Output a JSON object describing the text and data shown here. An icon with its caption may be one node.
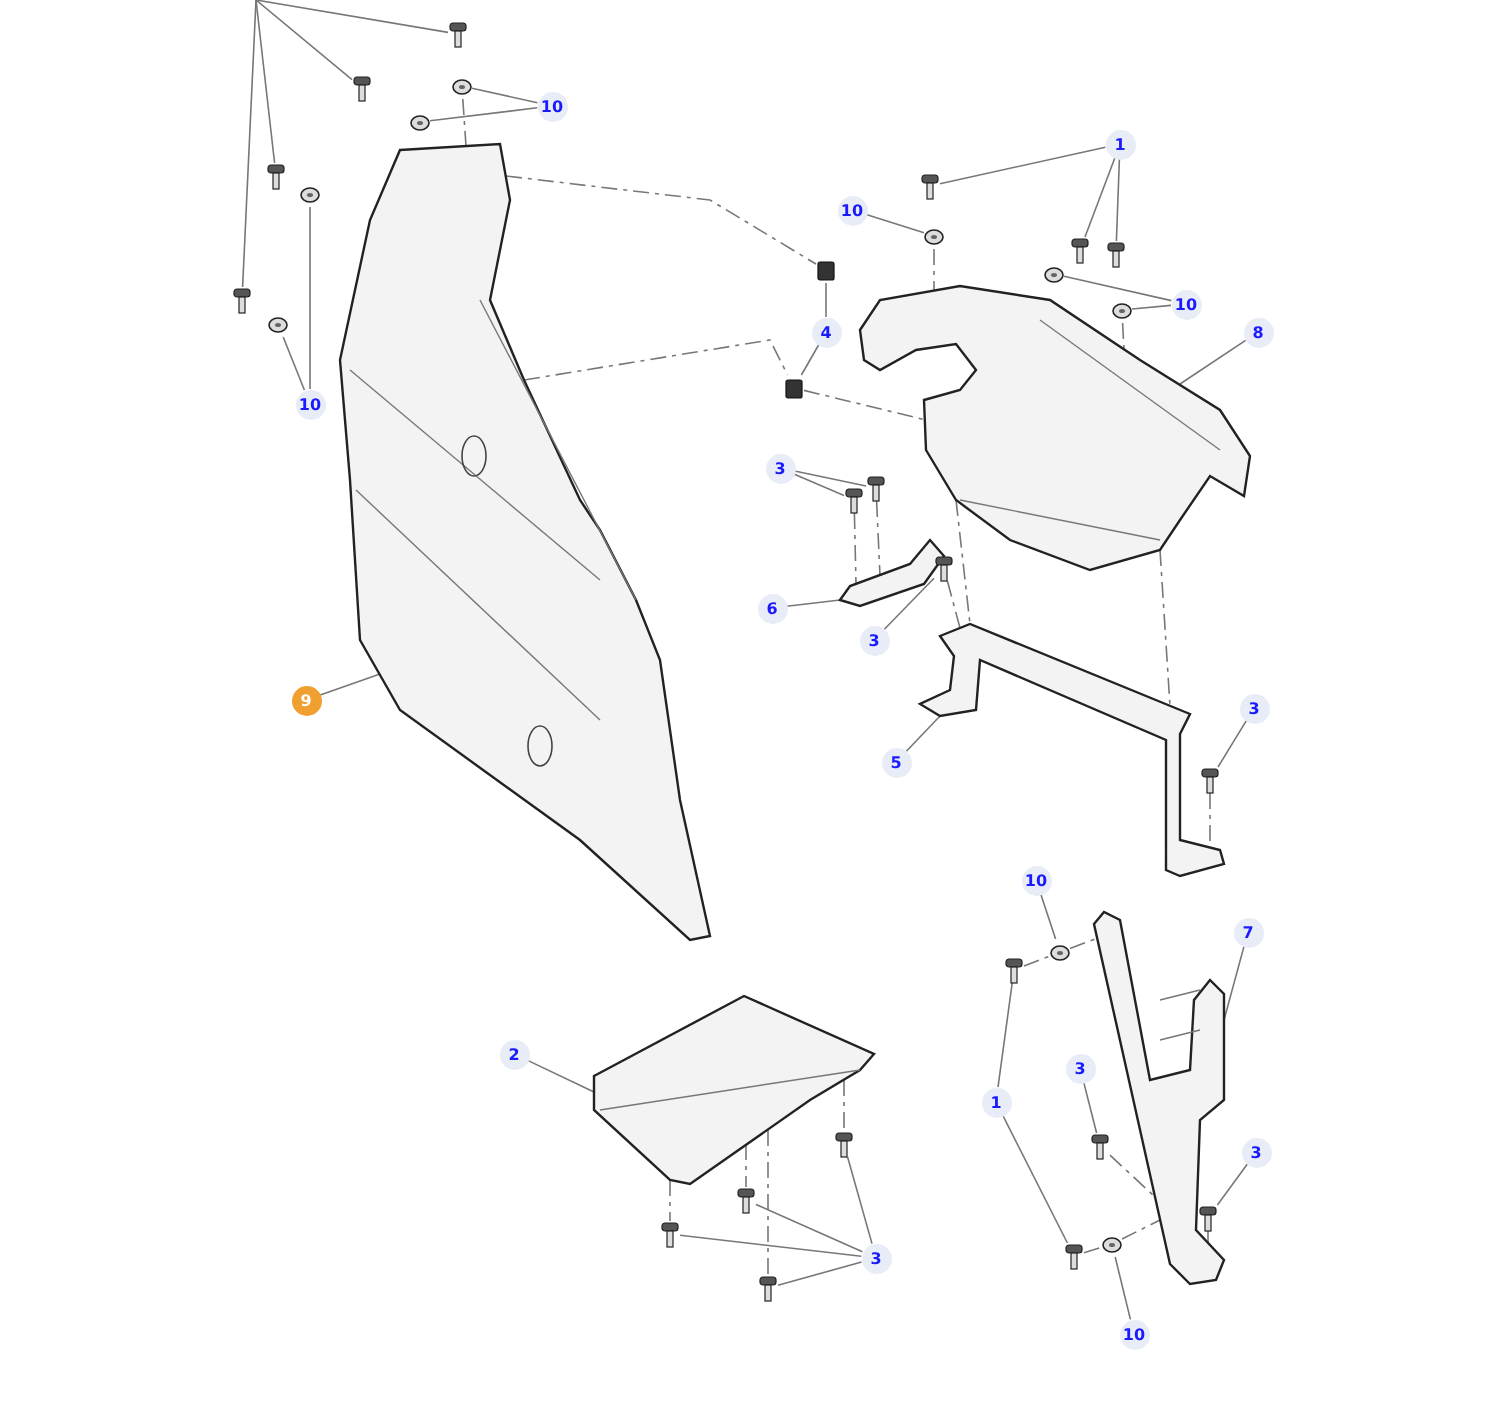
{
  "diagram": {
    "nodes": [
      {
        "text": [
          "10"
        ]
      },
      {
        "text": [
          "1"
        ]
      },
      {
        "text": [
          "10"
        ]
      },
      {
        "text": [
          "10"
        ]
      },
      {
        "text": [
          "4"
        ]
      },
      {
        "text": [
          "8"
        ]
      },
      {
        "text": [
          "10"
        ]
      },
      {
        "text": [
          "3"
        ]
      },
      {
        "text": [
          "6"
        ]
      },
      {
        "text": [
          "3"
        ]
      },
      {
        "text": [
          "9"
        ]
      },
      {
        "text": [
          "3"
        ]
      },
      {
        "text": [
          "5"
        ]
      },
      {
        "text": [
          "10"
        ]
      },
      {
        "text": [
          "7"
        ]
      },
      {
        "text": [
          "2"
        ]
      },
      {
        "text": [
          "3"
        ]
      },
      {
        "text": [
          "1"
        ]
      },
      {
        "text": [
          "3"
        ]
      },
      {
        "text": [
          "3"
        ]
      },
      {
        "text": [
          "10"
        ]
      },
      {
        "text": [],
        "shape": "picture"
      },
      {
        "text": [],
        "shape": "picture"
      },
      {
        "text": [],
        "shape": "picture"
      },
      {
        "text": [],
        "shape": "picture"
      },
      {
        "text": [],
        "shape": "picture"
      },
      {
        "text": [],
        "shape": "picture"
      },
      {
        "text": [],
        "shape": "box"
      },
      {
        "text": [],
        "shape": "box"
      },
      {
        "text": [],
        "shape": "picture"
      },
      {
        "text": [],
        "shape": "picture"
      },
      {
        "text": [],
        "shape": "picture"
      },
      {
        "text": [],
        "shape": "picture"
      },
      {
        "text": [],
        "shape": "picture"
      },
      {
        "text": [],
        "shape": "picture"
      },
      {
        "text": [],
        "shape": "picture"
      },
      {
        "text": [],
        "shape": "picture"
      },
      {
        "text": [],
        "shape": "picture"
      },
      {
        "text": [],
        "shape": "picture"
      },
      {
        "text": [],
        "shape": "picture"
      },
      {
        "text": [],
        "shape": "picture"
      },
      {
        "text": [],
        "shape": "picture"
      },
      {
        "text": [],
        "shape": "picture"
      },
      {
        "text": [],
        "shape": "picture"
      },
      {
        "text": [],
        "shape": "picture"
      },
      {
        "text": [],
        "shape": "picture"
      },
      {
        "text": [],
        "shape": "picture"
      },
      {
        "text": [],
        "shape": "picture"
      },
      {
        "text": [],
        "shape": "picture"
      },
      {
        "text": [],
        "shape": "picture"
      },
      {
        "text": [],
        "shape": "picture"
      },
      {
        "text": [],
        "shape": "picture"
      },
      {
        "text": [],
        "shape": "picture"
      },
      {
        "text": [],
        "shape": "picture"
      },
      {
        "text": [],
        "shape": "picture"
      },
      {
        "text": [],
        "shape": "picture"
      },
      {
        "text": [],
        "shape": "picture"
      }
    ],
    "edges": [
      {
        "from": 0,
        "to": 33,
        "arrow": "none"
      },
      {
        "from": 0,
        "to": 34,
        "arrow": "none"
      },
      {
        "from": 6,
        "to": 35,
        "arrow": "none"
      },
      {
        "from": 6,
        "to": 36,
        "arrow": "none"
      },
      {
        "from": null,
        "to": 29,
        "arrow": "none"
      },
      {
        "from": null,
        "to": 30,
        "arrow": "none"
      },
      {
        "from": null,
        "to": 31,
        "arrow": "none"
      },
      {
        "from": null,
        "to": 32,
        "arrow": "none"
      },
      {
        "from": 1,
        "to": 37,
        "arrow": "none"
      },
      {
        "from": 1,
        "to": 38,
        "arrow": "none"
      },
      {
        "from": 1,
        "to": 39,
        "arrow": "none"
      },
      {
        "from": 2,
        "to": 40,
        "arrow": "none"
      },
      {
        "from": 3,
        "to": 41,
        "arrow": "none"
      },
      {
        "from": 3,
        "to": 42,
        "arrow": "none"
      },
      {
        "from": 4,
        "to": 27,
        "arrow": "none"
      },
      {
        "from": 4,
        "to": 28,
        "arrow": "none"
      },
      {
        "from": 5,
        "to": 22,
        "arrow": "none"
      },
      {
        "from": 7,
        "to": 43,
        "arrow": "none"
      },
      {
        "from": 7,
        "to": 44,
        "arrow": "none"
      },
      {
        "from": 8,
        "to": 23,
        "arrow": "none"
      },
      {
        "from": 9,
        "to": 45,
        "arrow": "none"
      },
      {
        "from": 10,
        "to": 21,
        "arrow": "none"
      },
      {
        "from": 11,
        "to": 46,
        "arrow": "none"
      },
      {
        "from": 12,
        "to": 24,
        "arrow": "none"
      },
      {
        "from": 13,
        "to": 48,
        "arrow": "none"
      },
      {
        "from": 14,
        "to": 25,
        "arrow": "none"
      },
      {
        "from": 15,
        "to": 26,
        "arrow": "none"
      },
      {
        "from": 16,
        "to": 51,
        "arrow": "none"
      },
      {
        "from": 17,
        "to": 47,
        "arrow": "none"
      },
      {
        "from": 17,
        "to": 49,
        "arrow": "none"
      },
      {
        "from": 18,
        "to": 52,
        "arrow": "none"
      },
      {
        "from": 19,
        "to": 53,
        "arrow": "none"
      },
      {
        "from": 19,
        "to": 54,
        "arrow": "none"
      },
      {
        "from": 19,
        "to": 55,
        "arrow": "none"
      },
      {
        "from": 19,
        "to": 56,
        "arrow": "none"
      },
      {
        "from": 20,
        "to": 50,
        "arrow": "none"
      },
      {
        "from": 33,
        "to": 21,
        "arrow": "none",
        "style": "dashed"
      },
      {
        "from": 21,
        "to": 27,
        "arrow": "none",
        "style": "dashed"
      },
      {
        "from": 21,
        "to": 28,
        "arrow": "none",
        "style": "dashed"
      },
      {
        "from": 28,
        "to": 22,
        "arrow": "none",
        "style": "dashed"
      },
      {
        "from": 40,
        "to": 22,
        "arrow": "none",
        "style": "dashed"
      },
      {
        "from": 42,
        "to": 22,
        "arrow": "none",
        "style": "dashed"
      },
      {
        "from": 22,
        "to": 24,
        "arrow": "none",
        "style": "dashed"
      },
      {
        "from": 22,
        "to": 24,
        "arrow": "none",
        "style": "dashed"
      },
      {
        "from": 43,
        "to": 23,
        "arrow": "none",
        "style": "dashed"
      },
      {
        "from": 44,
        "to": 23,
        "arrow": "none",
        "style": "dashed"
      },
      {
        "from": 45,
        "to": 24,
        "arrow": "none",
        "style": "dashed"
      },
      {
        "from": 46,
        "to": 24,
        "arrow": "none",
        "style": "dashed"
      },
      {
        "from": 47,
        "to": 48,
        "arrow": "none",
        "style": "dashed"
      },
      {
        "from": 48,
        "to": 25,
        "arrow": "none",
        "style": "dashed"
      },
      {
        "from": 49,
        "to": 50,
        "arrow": "none",
        "style": "dashed"
      },
      {
        "from": 50,
        "to": 25,
        "arrow": "none",
        "style": "dashed"
      },
      {
        "from": 51,
        "to": 25,
        "arrow": "none",
        "style": "dashed"
      },
      {
        "from": 52,
        "to": 25,
        "arrow": "none",
        "style": "dashed"
      },
      {
        "from": 26,
        "to": 53,
        "arrow": "none",
        "style": "dashed"
      },
      {
        "from": 26,
        "to": 54,
        "arrow": "none",
        "style": "dashed"
      },
      {
        "from": 26,
        "to": 55,
        "arrow": "none",
        "style": "dashed"
      },
      {
        "from": 26,
        "to": 56,
        "arrow": "none",
        "style": "dashed"
      }
    ]
  }
}
